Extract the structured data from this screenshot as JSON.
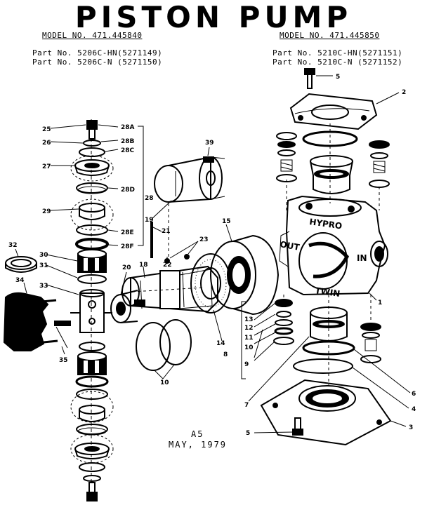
{
  "title": "PISTON PUMP",
  "left_model": {
    "model": "MODEL NO. 471.445840",
    "part1": "Part No. 5206C-HN(5271149)",
    "part2": "Part No. 5206C-N (5271150)"
  },
  "right_model": {
    "model": "MODEL NO. 471.445850",
    "part1": "Part No. 5210C-HN(5271151)",
    "part2": "Part No. 5210C-N (5271152)"
  },
  "footer": {
    "code": "A5",
    "date": "MAY, 1979"
  },
  "stamps": {
    "brand": "HYPRO",
    "out": "OUT",
    "in": "IN",
    "twin": "TWIN"
  },
  "callouts": {
    "c25": "25",
    "c28a": "28A",
    "c26": "26",
    "c28b": "28B",
    "c28c": "28C",
    "c27": "27",
    "c28d": "28D",
    "c28": "28",
    "c29": "29",
    "c28e": "28E",
    "c28f": "28F",
    "c32": "32",
    "c30": "30",
    "c31": "31",
    "c33": "33",
    "c34": "34",
    "c35": "35",
    "c39": "39",
    "c19": "19",
    "c21": "21",
    "c20": "20",
    "c18": "18",
    "c22": "22",
    "c23": "23",
    "c15": "15",
    "c14": "14",
    "c10": "10",
    "c5t": "5",
    "c2": "2",
    "c1": "1",
    "c13": "13",
    "c12": "12",
    "c11": "11",
    "c10b": "10",
    "c9": "9",
    "c8": "8",
    "c7": "7",
    "c6": "6",
    "c4": "4",
    "c3": "3",
    "c5b": "5"
  },
  "colors": {
    "ink": "#000000",
    "paper": "#ffffff"
  }
}
